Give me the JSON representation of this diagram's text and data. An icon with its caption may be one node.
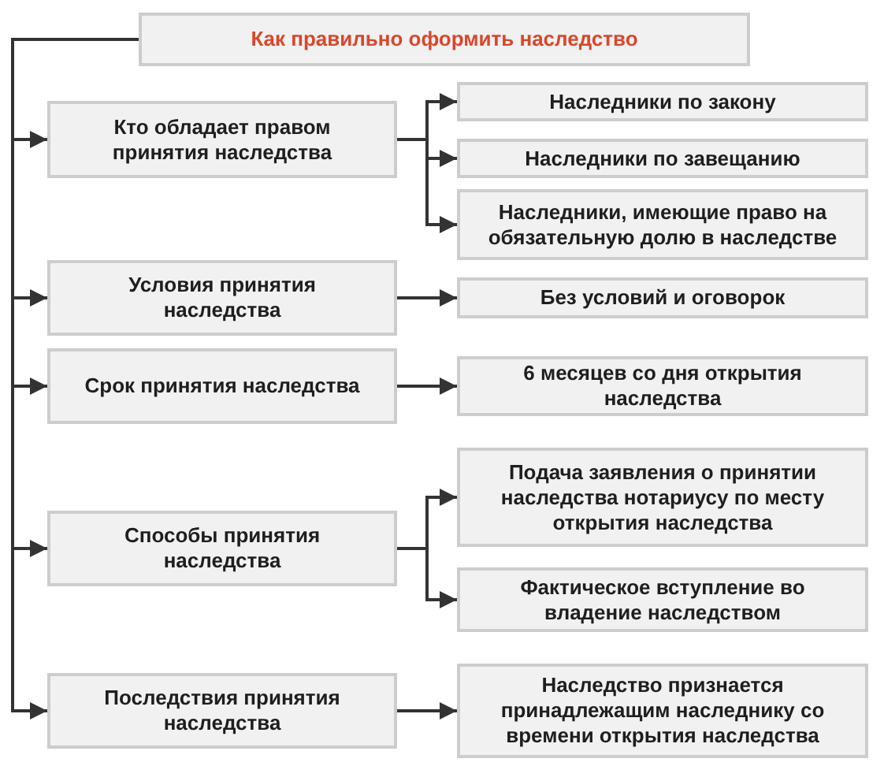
{
  "diagram": {
    "nodes": [
      {
        "text": [
          "Как правильно оформить наследство"
        ]
      },
      {
        "text": [
          "Кто обладает правом принятия наследства"
        ]
      },
      {
        "text": [
          "Наследники по закону"
        ]
      },
      {
        "text": [
          "Наследники по завещанию"
        ]
      },
      {
        "text": [
          "Наследники, имеющие право на обязательную долю в наследстве"
        ]
      },
      {
        "text": [
          "Условия принятия наследства"
        ]
      },
      {
        "text": [
          "Без условий и оговорок"
        ]
      },
      {
        "text": [
          "Срок принятия наследства"
        ]
      },
      {
        "text": [
          "6 месяцев со дня открытия наследства"
        ]
      },
      {
        "text": [
          "Способы принятия наследства"
        ]
      },
      {
        "text": [
          "Подача заявления о принятии наследства нотариусу по месту открытия наследства"
        ]
      },
      {
        "text": [
          "Фактическое вступление во владение наследством"
        ]
      },
      {
        "text": [
          "Последствия принятия наследства"
        ]
      },
      {
        "text": [
          "Наследство признается принадлежащим наследнику со времени открытия наследства"
        ]
      }
    ],
    "edges": [
      {
        "from": 0,
        "to": 1,
        "arrow": "to"
      },
      {
        "from": 0,
        "to": 5,
        "arrow": "to"
      },
      {
        "from": 0,
        "to": 7,
        "arrow": "to"
      },
      {
        "from": 0,
        "to": 9,
        "arrow": "to"
      },
      {
        "from": 0,
        "to": 12,
        "arrow": "to"
      },
      {
        "from": 1,
        "to": 2,
        "arrow": "to"
      },
      {
        "from": 1,
        "to": 3,
        "arrow": "to"
      },
      {
        "from": 1,
        "to": 4,
        "arrow": "to"
      },
      {
        "from": 5,
        "to": 6,
        "arrow": "to"
      },
      {
        "from": 7,
        "to": 8,
        "arrow": "to"
      },
      {
        "from": 9,
        "to": 10,
        "arrow": "to"
      },
      {
        "from": 9,
        "to": 11,
        "arrow": "to"
      },
      {
        "from": 12,
        "to": 13,
        "arrow": "to"
      }
    ]
  }
}
